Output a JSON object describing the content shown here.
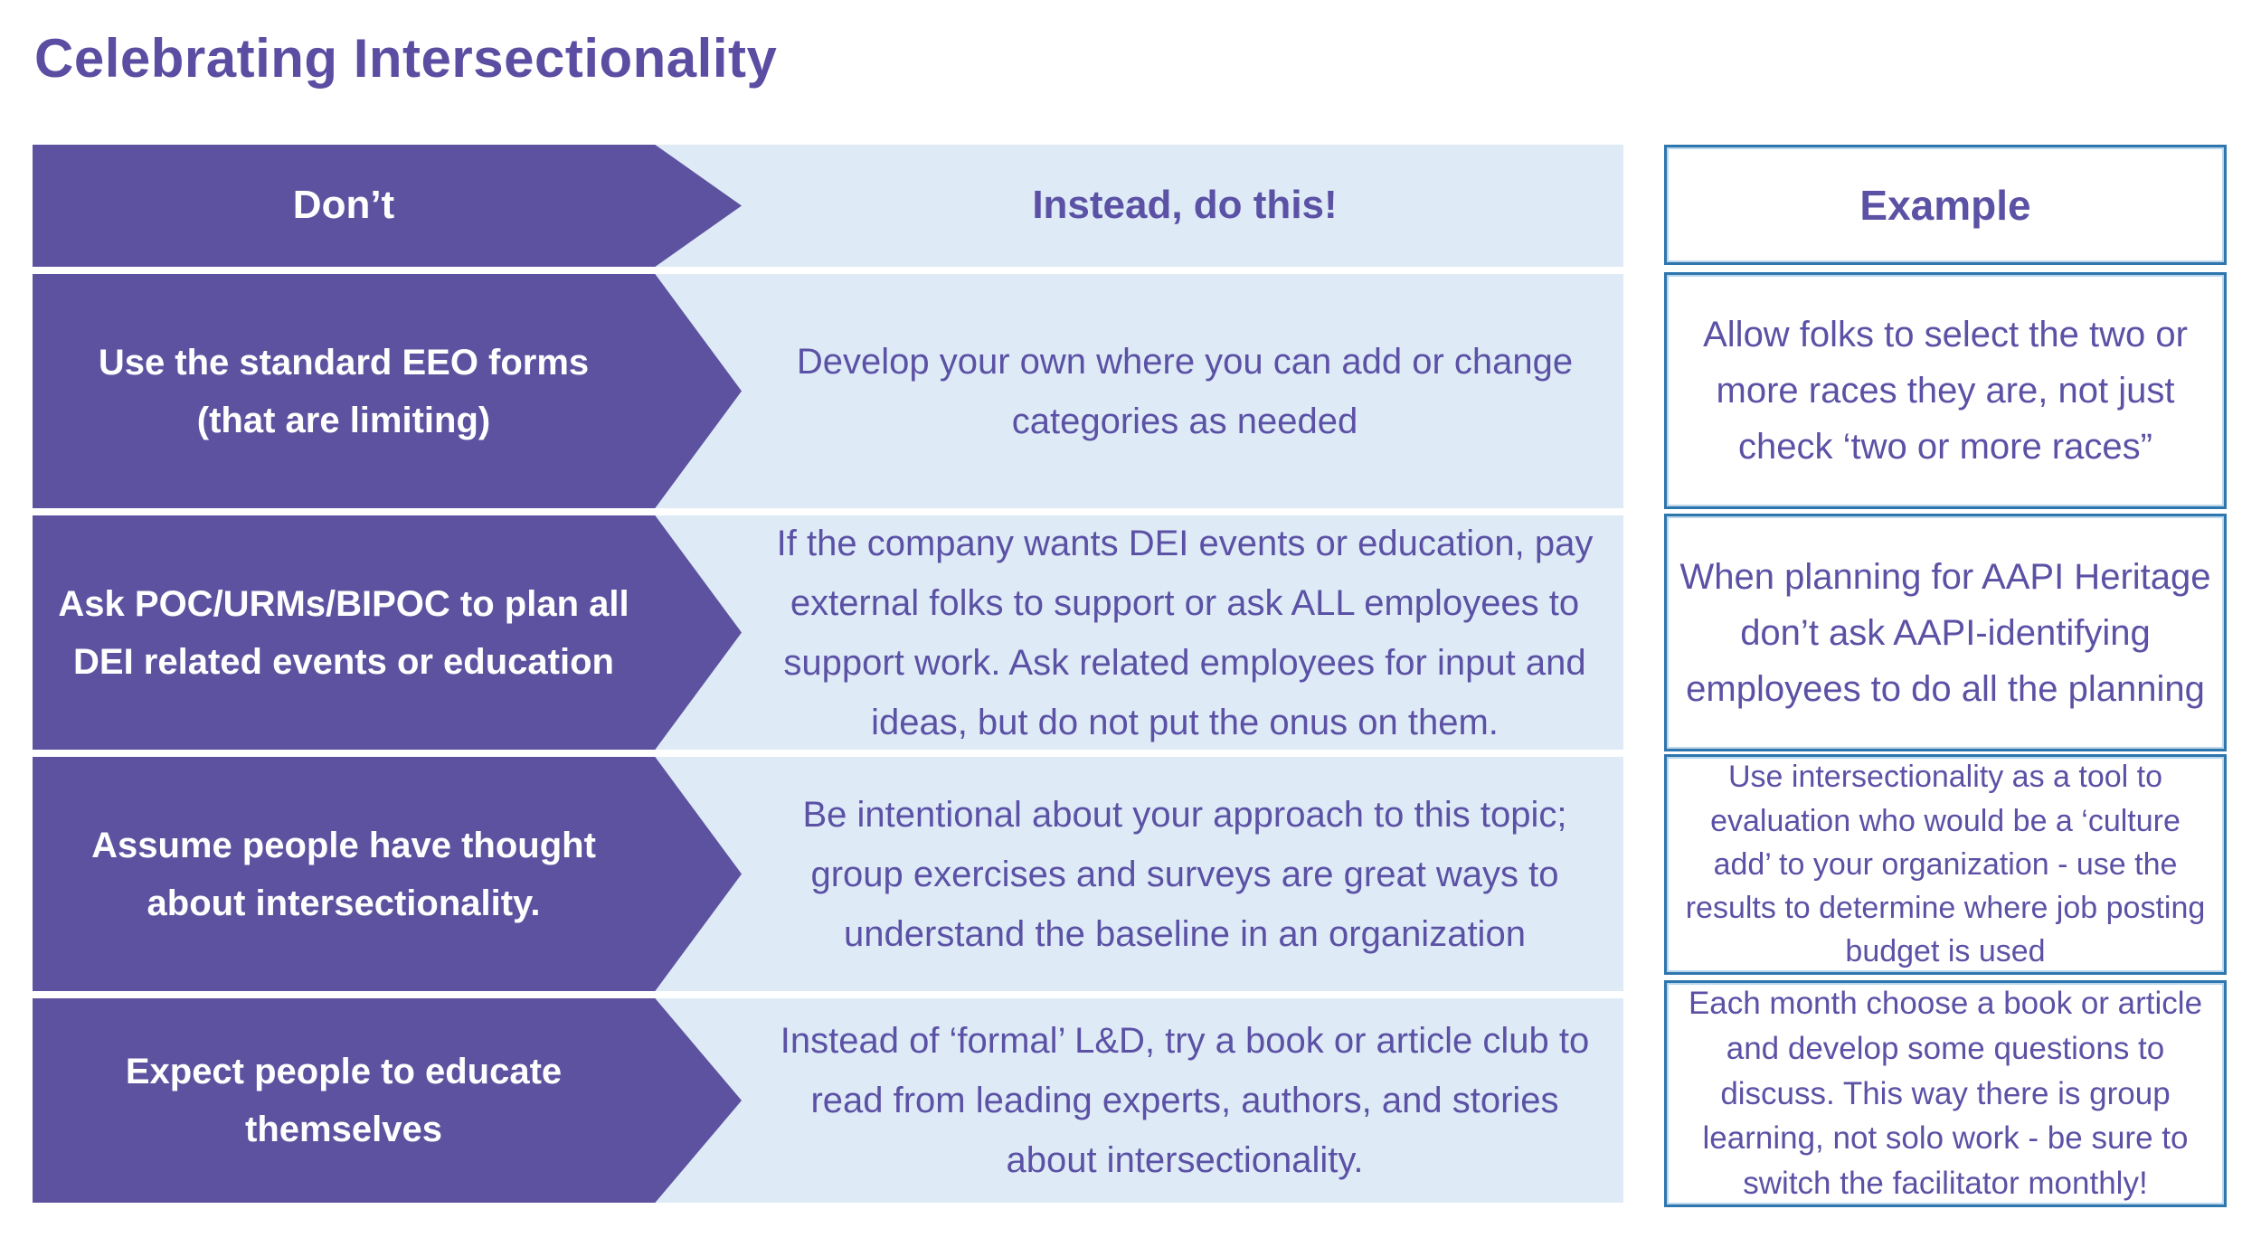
{
  "title": "Celebrating Intersectionality",
  "colors": {
    "purple": "#5C529F",
    "lightblue": "#DEEBF6",
    "border": "#2E76AE",
    "text": "#5B51A5",
    "title": "#5B4EA2",
    "white": "#FFFFFF"
  },
  "header": {
    "dont_label": "Don’t",
    "do_label": "Instead, do this!",
    "example_label": "Example"
  },
  "rows": [
    {
      "dont": "Use the standard EEO forms\n(that are limiting)",
      "do": "Develop your own where you can add or change\ncategories as needed",
      "example": "Allow folks to select the two or\nmore races they are, not just\ncheck ‘two or more races”"
    },
    {
      "dont": "Ask POC/URMs/BIPOC to plan all\nDEI related events or education",
      "do": "If the company wants DEI events or education, pay\nexternal folks to support or ask ALL employees to\nsupport work. Ask related employees for input and\nideas, but do not put the onus on them.",
      "example": "When planning for AAPI Heritage\ndon’t ask AAPI-identifying\nemployees to do all the planning"
    },
    {
      "dont": "Assume people have thought\nabout intersectionality.",
      "do": "Be intentional about your approach to this topic;\ngroup exercises and surveys are great ways to\nunderstand the baseline in an organization",
      "example": "Use intersectionality as a tool to\nevaluation who would be a ‘culture\nadd’ to your organization - use the\nresults to determine where job posting\nbudget is used"
    },
    {
      "dont": "Expect people to educate\nthemselves",
      "do": "Instead of ‘formal’ L&D, try a book or article club to\nread from leading experts, authors, and stories\nabout intersectionality.",
      "example": "Each month choose a book or article\nand develop some questions to\ndiscuss. This way there is group\nlearning, not solo work - be sure to\nswitch the facilitator monthly!"
    }
  ]
}
